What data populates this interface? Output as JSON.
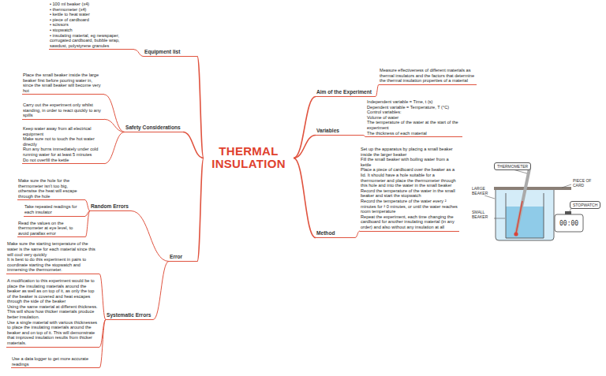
{
  "diagram": {
    "nodes": [
      {
        "text": [
          "THERMAL INSULATION"
        ]
      },
      {
        "text": [
          "Equipment list"
        ]
      },
      {
        "text": [
          "• 100 ml beaker (x4)",
          "• thermometer (x4)",
          "• kettle to heat water",
          "• piece of cardboard",
          "• scissors",
          "• stopwatch",
          "• insulating material, eg newspaper, corrugated cardboard, bubble wrap, sawdust, polystyrene granules"
        ]
      },
      {
        "text": [
          "Safety Considerations"
        ]
      },
      {
        "text": [
          "Place the small beaker inside the large beaker first before pouring water in, since the small beaker will become very hot"
        ]
      },
      {
        "text": [
          "Carry out the experiment only whilst standing, in order to react quickly to any spills"
        ]
      },
      {
        "text": [
          "Keep water away from all electrical equipment",
          "Make sure not to touch the hot water directly",
          "Run any burns immediately under cold running water for at least 5 minutes",
          "Do not overfill the kettle"
        ]
      },
      {
        "text": [
          "Error"
        ]
      },
      {
        "text": [
          "Random Errors"
        ]
      },
      {
        "text": [
          "Make sure the hole for the thermometer isn't too big, otherwise the heat will escape through the hole"
        ]
      },
      {
        "text": [
          "Take repeated readings for each insulator"
        ]
      },
      {
        "text": [
          "Read the values on the thermometer at eye level, to avoid parallax error"
        ]
      },
      {
        "text": [
          "Systematic Errors"
        ]
      },
      {
        "text": [
          "Make sure the starting temperature of the water is the same for each material since this will cool very quickly",
          "It is best to do this experiment in pairs to coordinate starting the stopwatch and immersing the thermometer."
        ]
      },
      {
        "text": [
          "A modification to this experiment would be to place the insulating materials around the beaker as well as on top of it, as only the top of the beaker is covered and heat escapes through the side of the beaker",
          "Using the same material at different thickness. This will show how thicker materials produce better insulation.",
          "Use a single material with various thicknesses to place the insulating materials around the beaker and on top of it. This will demonstrate that improved insulation results from thicker materials."
        ]
      },
      {
        "text": [
          "Use a data logger to get more accurate readings"
        ]
      },
      {
        "text": [
          "Aim of the Experiment"
        ]
      },
      {
        "text": [
          "Measure effectiveness of different materials as thermal insulators and the factors that determine the thermal insulation properties of a material"
        ]
      },
      {
        "text": [
          "Variables"
        ]
      },
      {
        "text": [
          "Independent variable = Time, t (s)",
          "Dependent variable = Temperature, T (°C)",
          "Control variables:",
          "Volume of water",
          "The temperature of the water at the start of the experiment",
          "The thickness of each material"
        ]
      },
      {
        "text": [
          "Method"
        ]
      },
      {
        "text": [
          "Set up the apparatus by placing a small beaker inside the larger beaker",
          "Fill the small beaker with boiling water from a kettle",
          "Place a piece of cardboard over the beaker as a lid. It should have a hole suitable for a thermometer and place the thermometer through this hole and into the water in the small beaker",
          "Record the temperature of the water in the small beaker and start the stopwatch",
          "Record the temperature of the water every ² minutes for ² 0 minutes, or until the water reaches room temperature",
          "Repeat the experiment, each time changing the cardboard for another insulating material (in any order) and also without any insulation at all"
        ]
      }
    ],
    "edges": [
      {
        "from": 0,
        "to": 1,
        "arrow": "none"
      },
      {
        "from": 0,
        "to": 3,
        "arrow": "none"
      },
      {
        "from": 0,
        "to": 7,
        "arrow": "none"
      },
      {
        "from": 0,
        "to": 16,
        "arrow": "none"
      },
      {
        "from": 0,
        "to": 18,
        "arrow": "none"
      },
      {
        "from": 0,
        "to": 20,
        "arrow": "none"
      },
      {
        "from": 1,
        "to": 2,
        "arrow": "none"
      },
      {
        "from": 3,
        "to": 4,
        "arrow": "none"
      },
      {
        "from": 3,
        "to": 5,
        "arrow": "none"
      },
      {
        "from": 3,
        "to": 6,
        "arrow": "none"
      },
      {
        "from": 7,
        "to": 8,
        "arrow": "none"
      },
      {
        "from": 7,
        "to": 12,
        "arrow": "none"
      },
      {
        "from": 8,
        "to": 9,
        "arrow": "none"
      },
      {
        "from": 8,
        "to": 10,
        "arrow": "none"
      },
      {
        "from": 8,
        "to": 11,
        "arrow": "none"
      },
      {
        "from": 12,
        "to": 13,
        "arrow": "none"
      },
      {
        "from": 12,
        "to": 14,
        "arrow": "none"
      },
      {
        "from": 12,
        "to": 15,
        "arrow": "none"
      },
      {
        "from": 16,
        "to": 17,
        "arrow": "none"
      },
      {
        "from": 18,
        "to": 19,
        "arrow": "none"
      },
      {
        "from": 20,
        "to": 21,
        "arrow": "none"
      }
    ],
    "labels": [
      "THERMOMETER",
      "LARGE BEAKER",
      "PIECE OF CARD",
      "SMALL BEAKER",
      "STOPWATCH",
      "00:00"
    ]
  }
}
